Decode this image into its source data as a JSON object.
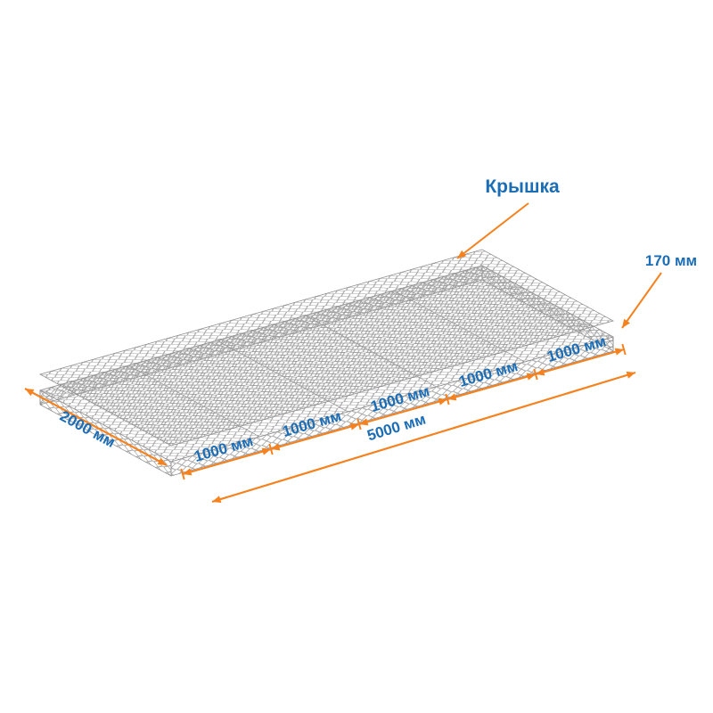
{
  "diagram": {
    "lid_label": "Крышка",
    "height_label": "170 мм",
    "width_label": "2000 мм",
    "segment_labels": [
      "1000 мм",
      "1000 мм",
      "1000 мм",
      "1000 мм",
      "1000 мм"
    ],
    "length_label": "5000 мм"
  },
  "colors": {
    "dimension_orange": "#f5821f",
    "label_blue": "#1b6db6",
    "mesh_gray": "#9a9a9a",
    "background": "#ffffff"
  }
}
